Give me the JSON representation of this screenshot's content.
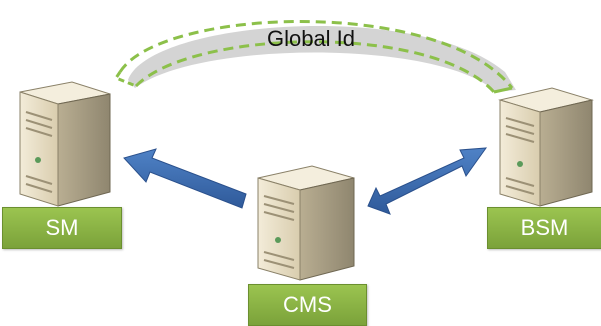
{
  "diagram": {
    "arc_label": "Global Id",
    "nodes": {
      "sm": {
        "label": "SM"
      },
      "cms": {
        "label": "CMS"
      },
      "bsm": {
        "label": "BSM"
      }
    },
    "colors": {
      "label_fill": "#8ab347",
      "arrow_fill": "#3f6fb5",
      "arc_stroke": "#8cc04a",
      "arc_fill": "#c8c8c8",
      "server_body": "#e6dcc2"
    },
    "edges": [
      {
        "from": "cms",
        "to": "sm",
        "direction": "one-way"
      },
      {
        "from": "cms",
        "to": "bsm",
        "direction": "two-way"
      },
      {
        "from": "bsm",
        "to": "sm",
        "label": "Global Id",
        "style": "dashed-arc"
      }
    ]
  }
}
